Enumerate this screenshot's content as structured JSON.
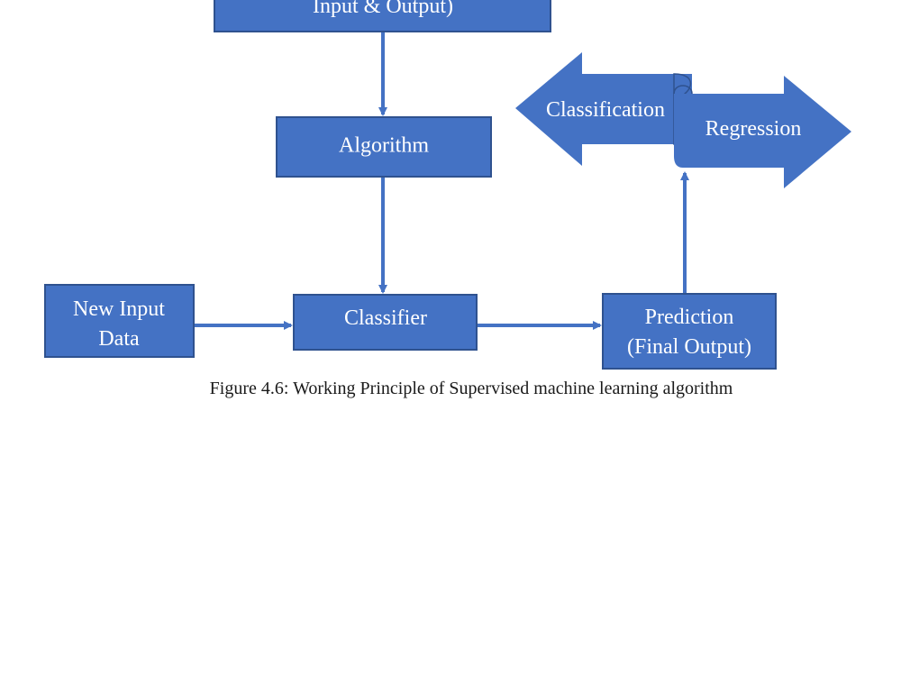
{
  "nodes": {
    "training_data": {
      "line2": "Input & Output)"
    },
    "algorithm": {
      "label": "Algorithm"
    },
    "new_input": {
      "line1": "New Input",
      "line2": "Data"
    },
    "classifier": {
      "label": "Classifier"
    },
    "prediction": {
      "line1": "Prediction",
      "line2": "(Final Output)"
    },
    "classification": {
      "label": "Classification"
    },
    "regression": {
      "label": "Regression"
    }
  },
  "caption": "Figure 4.6: Working Principle of Supervised machine learning algorithm",
  "colors": {
    "fill": "#4472C4",
    "stroke": "#2F528F",
    "text": "#FFFFFF"
  }
}
